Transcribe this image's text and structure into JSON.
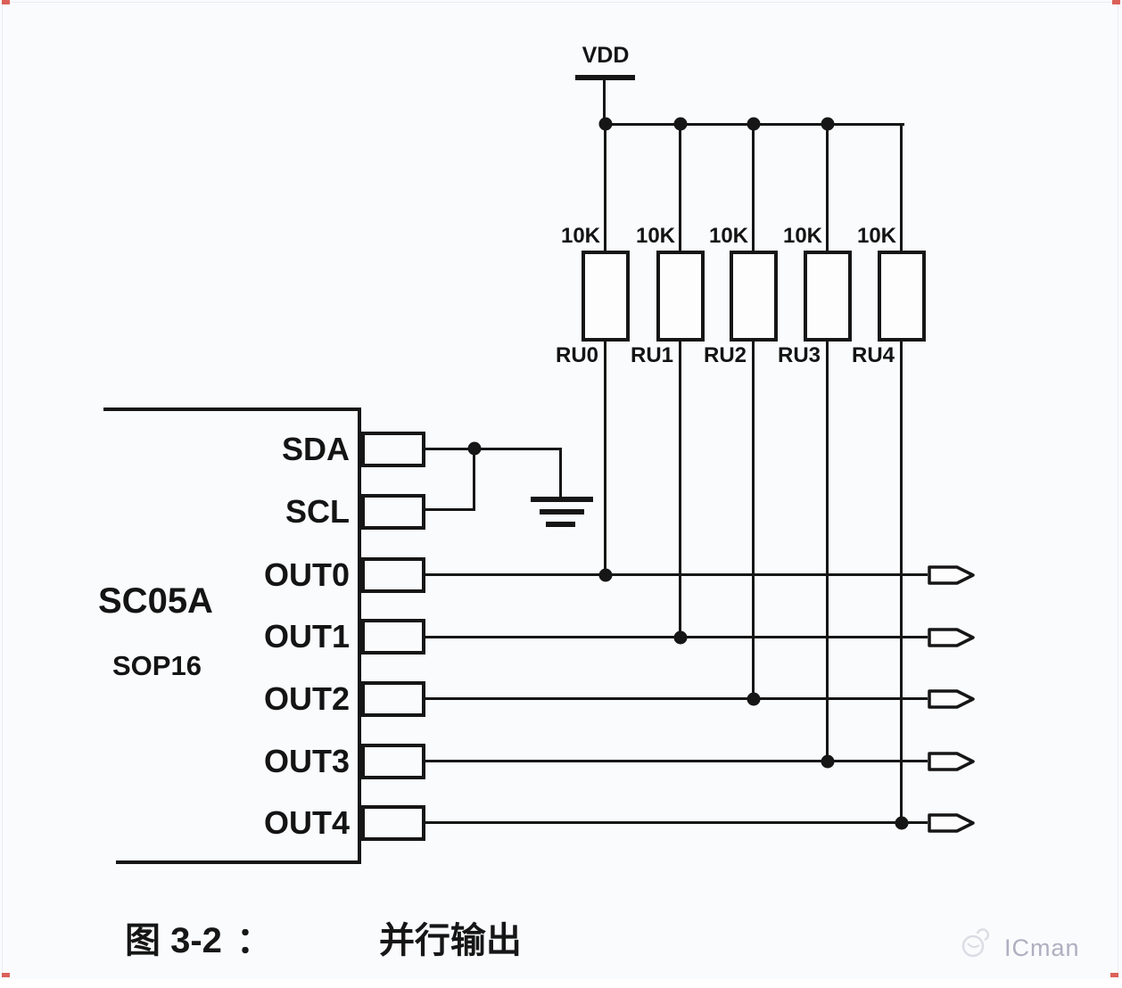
{
  "schematic": {
    "power_label": "VDD",
    "resistors": [
      {
        "value": "10K",
        "name": "RU0"
      },
      {
        "value": "10K",
        "name": "RU1"
      },
      {
        "value": "10K",
        "name": "RU2"
      },
      {
        "value": "10K",
        "name": "RU3"
      },
      {
        "value": "10K",
        "name": "RU4"
      }
    ],
    "chip": {
      "part_number": "SC05A",
      "package": "SOP16",
      "pins": [
        {
          "label": "SDA"
        },
        {
          "label": "SCL"
        },
        {
          "label": "OUT0"
        },
        {
          "label": "OUT1"
        },
        {
          "label": "OUT2"
        },
        {
          "label": "OUT3"
        },
        {
          "label": "OUT4"
        }
      ]
    }
  },
  "caption": {
    "figure_label": "图  3-2",
    "separator": "：",
    "title": "并行输出"
  },
  "watermark": {
    "brand": "ICman"
  },
  "colors": {
    "wire": "#161616",
    "background": "#fafbfd",
    "red_corner_mark": "#d6453c",
    "watermark_gray": "#b0aec0"
  }
}
